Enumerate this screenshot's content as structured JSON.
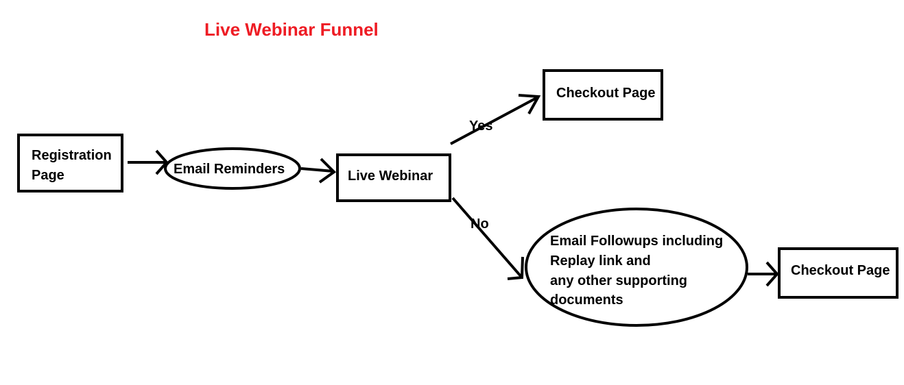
{
  "title": "Live Webinar Funnel",
  "title_color": "#ee1c24",
  "nodes": {
    "registration": {
      "line1": "Registration",
      "line2": "Page"
    },
    "email_reminders": "Email Reminders",
    "live_webinar": "Live Webinar",
    "checkout_yes": "Checkout Page",
    "email_followups": {
      "line1": "Email Followups including",
      "line2": "Replay link and",
      "line3": "any other supporting",
      "line4": "documents"
    },
    "checkout_no": "Checkout Page"
  },
  "edges": {
    "yes_label": "Yes",
    "no_label": "No"
  }
}
